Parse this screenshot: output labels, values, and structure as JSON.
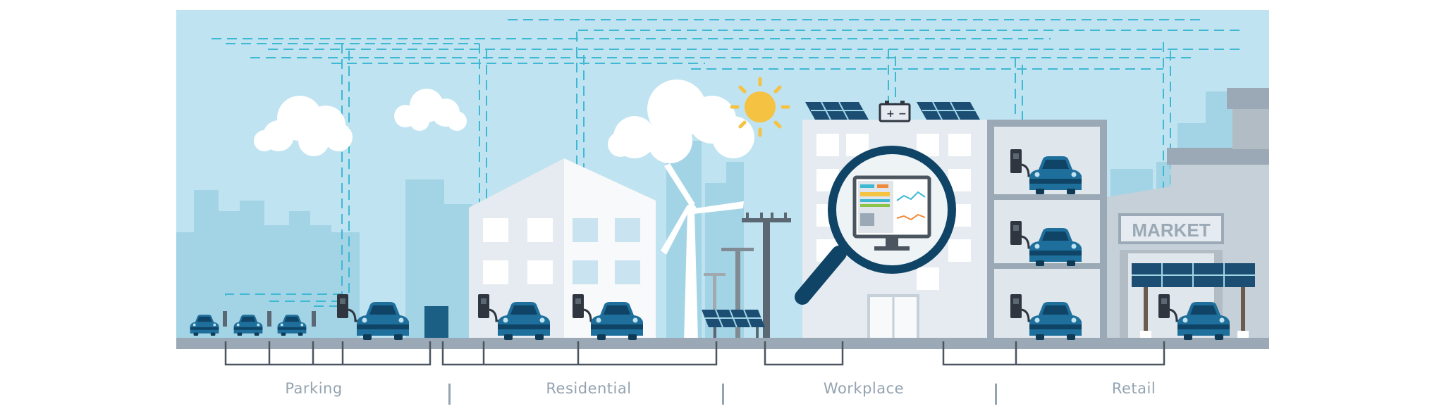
{
  "colors": {
    "sky": "#bfe3f0",
    "skyline": "#a3d4e6",
    "ground": "#9aa9b5",
    "dark_blue": "#1b5f85",
    "car_blue": "#1e6f9b",
    "charger": "#2f3640",
    "wire": "#3fb8d4",
    "label": "#94a3b0",
    "sun": "#f5c242",
    "solar": "#1b4e72",
    "building_light": "#e5ebf0",
    "building_mid": "#c5d0d9",
    "window": "#ffffff"
  },
  "store_sign": "MARKET",
  "categories": [
    "Parking",
    "Residential",
    "Workplace",
    "Retail"
  ],
  "icons": [
    "sun-icon",
    "battery-icon",
    "wind-turbine-icon",
    "magnifier-icon",
    "monitor-dashboard-icon",
    "solar-panel-icon",
    "car-icon",
    "charger-icon",
    "cloud-icon",
    "power-pole-icon"
  ]
}
